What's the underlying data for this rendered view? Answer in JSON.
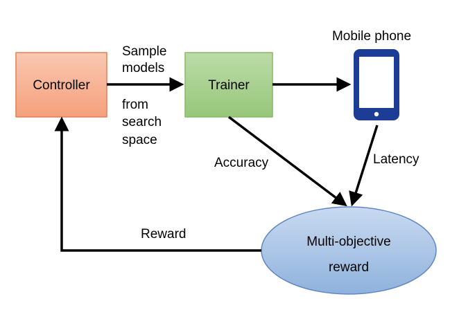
{
  "nodes": {
    "controller": {
      "label": "Controller",
      "fill_top": "#f9c8b2",
      "fill_bottom": "#f5a07c",
      "stroke": "#e47f57"
    },
    "trainer": {
      "label": "Trainer",
      "fill_top": "#bcdba8",
      "fill_bottom": "#97c77a",
      "stroke": "#86b96a"
    },
    "phone": {
      "label": "Mobile phone",
      "body_color": "#1d3c96",
      "screen_color": "#ffffff"
    },
    "reward": {
      "label_line1": "Multi-objective",
      "label_line2": "reward",
      "fill_top": "#c9daf0",
      "fill_bottom": "#8fb2dd",
      "stroke": "#5f85c2"
    }
  },
  "edges": {
    "sample": {
      "lines": [
        "Sample",
        "models",
        "",
        "from",
        "search",
        "space"
      ]
    },
    "accuracy": {
      "label": "Accuracy"
    },
    "latency": {
      "label": "Latency"
    },
    "reward": {
      "label": "Reward"
    }
  },
  "colors": {
    "arrow": "#000000"
  }
}
